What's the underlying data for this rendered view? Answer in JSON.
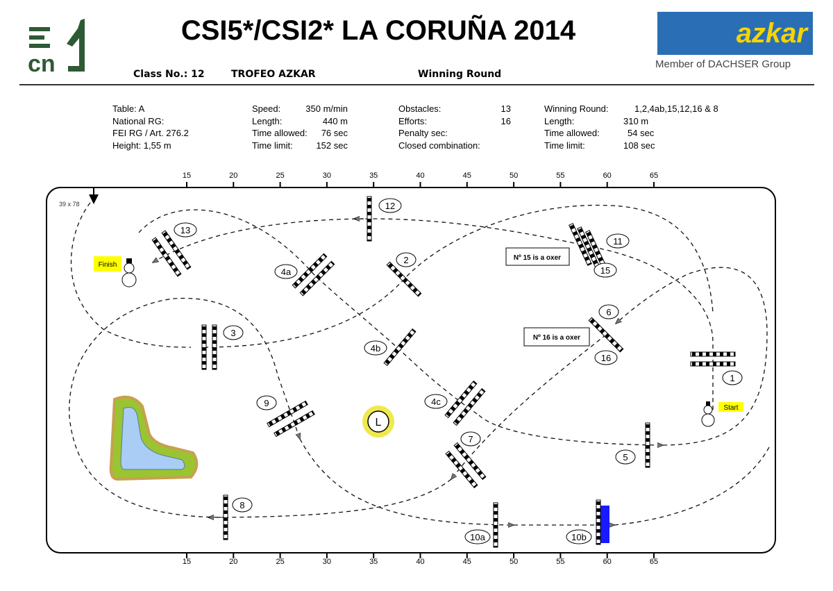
{
  "header": {
    "title": "CSI5*/CSI2* LA CORUÑA 2014",
    "class_no": "Class No.: 12",
    "class_name": "TROFEO AZKAR",
    "round": "Winning Round"
  },
  "logos": {
    "left": "cn",
    "right": "azkar",
    "right_sub": "Member of DACHSER Group"
  },
  "info": {
    "col1": [
      "Table: A",
      "National RG:",
      "FEI RG / Art. 276.2",
      "Height: 1,55 m"
    ],
    "col2": [
      {
        "k": "Speed:",
        "v": "350 m/min"
      },
      {
        "k": "Length:",
        "v": "440 m"
      },
      {
        "k": "Time allowed:",
        "v": "76 sec"
      },
      {
        "k": "Time limit:",
        "v": "152 sec"
      }
    ],
    "col3": [
      {
        "k": "Obstacles:",
        "v": "13"
      },
      {
        "k": "Efforts:",
        "v": "16"
      },
      {
        "k": "Penalty sec:",
        "v": ""
      },
      {
        "k": "Closed combination:",
        "v": ""
      }
    ],
    "col4": [
      {
        "k": "Winning Round:",
        "v": "1,2,4ab,15,12,16 & 8"
      },
      {
        "k": "Length:",
        "v": "310 m"
      },
      {
        "k": "Time allowed:",
        "v": "54 sec"
      },
      {
        "k": "Time limit:",
        "v": "108 sec"
      }
    ]
  },
  "arena": {
    "size": "39 x 78",
    "ticks": [
      "15",
      "20",
      "25",
      "30",
      "35",
      "40",
      "45",
      "50",
      "55",
      "60",
      "65"
    ],
    "notes": [
      "Nº 15 is a oxer",
      "Nº 16 is a oxer"
    ],
    "start": "Start",
    "finish": "Finish",
    "water_label": "L"
  },
  "obstacles": [
    "1",
    "2",
    "3",
    "4a",
    "4b",
    "4c",
    "5",
    "6",
    "7",
    "8",
    "9",
    "10a",
    "10b",
    "11",
    "12",
    "13",
    "15",
    "16"
  ],
  "colors": {
    "logo_green": "#2e5a34",
    "azkar_blue": "#2a6fb5",
    "azkar_yellow": "#f5d400",
    "pond_water": "#a9cdf5",
    "pond_grass": "#9ac431",
    "note_yellow": "#ffff00",
    "fence_blue": "#1a1aff"
  }
}
